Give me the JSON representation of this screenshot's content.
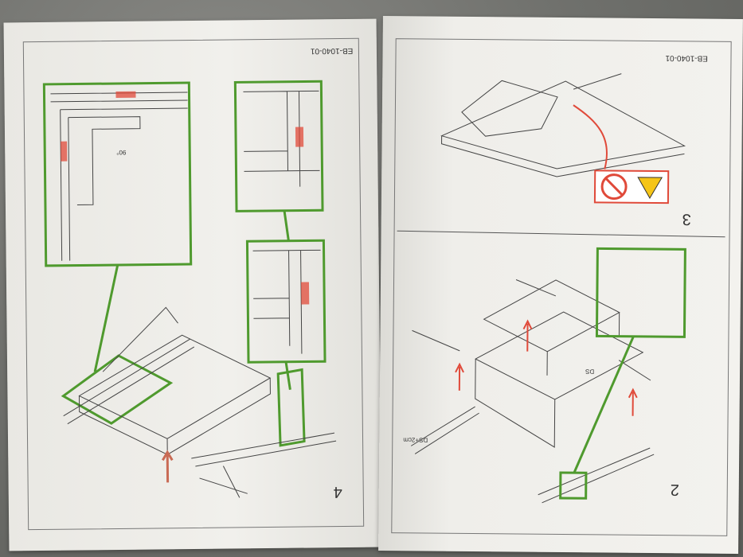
{
  "left_page": {
    "doc_code": "EB-1040-01",
    "step_number": "4",
    "angle_label": "90°"
  },
  "right_page": {
    "doc_code": "EB-1040-01",
    "step_upper": "3",
    "step_lower": "2",
    "dim_ds": "DS",
    "dim_ds_plus": "DS+2cm"
  },
  "colors": {
    "detail_frame": "#4f9a2e",
    "marker": "#e04a3a",
    "paper": "#efeeea"
  }
}
